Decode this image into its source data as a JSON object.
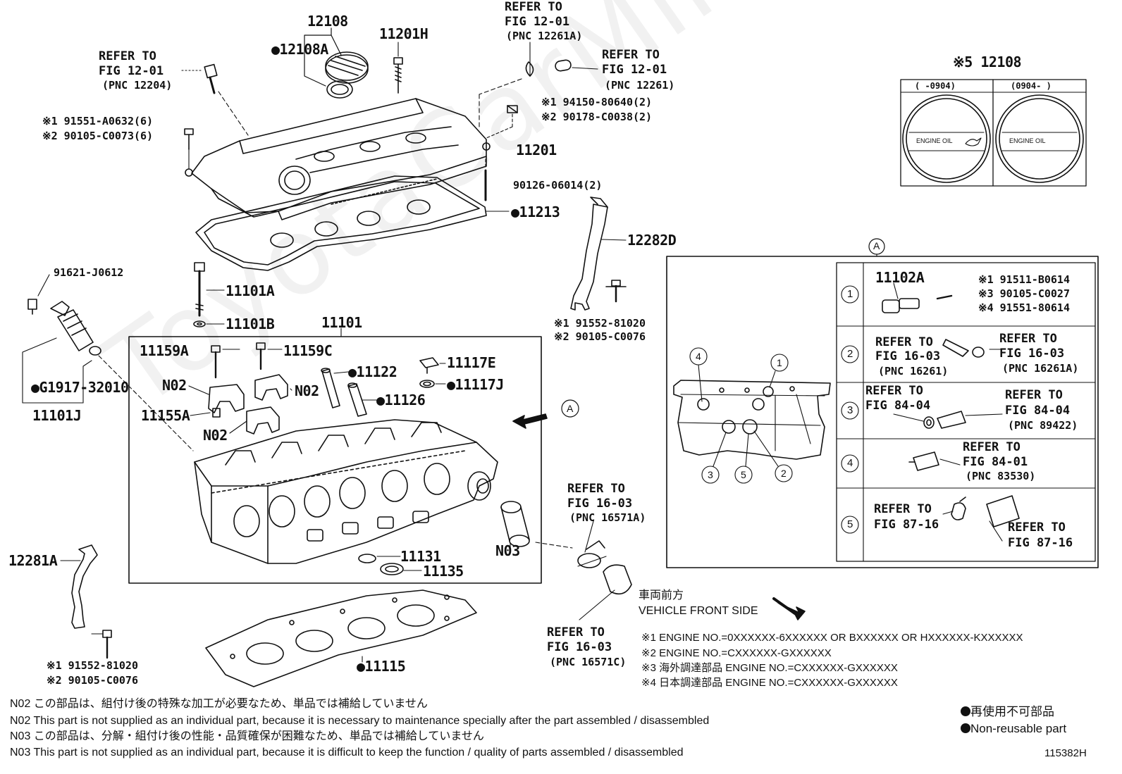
{
  "watermark": "ToyotaCarMine.ru",
  "fig_id": "115382H",
  "labels": {
    "p12108": "12108",
    "p12108a": "●12108A",
    "p11201h": "11201H",
    "ref_12204_1": "REFER TO",
    "ref_12204_2": "FIG 12-01",
    "ref_12204_3": "(PNC 12204)",
    "ref_12261a_1": "REFER TO",
    "ref_12261a_2": "FIG 12-01",
    "ref_12261a_3": "(PNC 12261A)",
    "ref_12261_1": "REFER TO",
    "ref_12261_2": "FIG 12-01",
    "ref_12261_3": "(PNC 12261)",
    "bolt_a1": "※1 91551-A0632(6)",
    "bolt_a2": "※2 90105-C0073(6)",
    "nut_1": "※1 94150-80640(2)",
    "nut_2": "※2 90178-C0038(2)",
    "p11201": "11201",
    "p90126": "90126-06014(2)",
    "p11213": "●11213",
    "p12282d": "12282D",
    "p91621": "91621-J0612",
    "p11101a": "11101A",
    "p11101b": "11101B",
    "p11101": "11101",
    "p11159a": "11159A",
    "p11159c": "11159C",
    "p11122": "●11122",
    "p11117e": "11117E",
    "p11117j": "●11117J",
    "p11126": "●11126",
    "n02_a": "N02",
    "n02_b": "N02",
    "n02_c": "N02",
    "p11155a": "11155A",
    "g1917": "●G1917-32010",
    "p11101j": "11101J",
    "bolt_b1": "※1 91552-81020",
    "bolt_b2": "※2 90105-C0076",
    "callout_a": "A",
    "p11131": "11131",
    "p11135": "11135",
    "n03": "N03",
    "ref_16571a_1": "REFER TO",
    "ref_16571a_2": "FIG 16-03",
    "ref_16571a_3": "(PNC 16571A)",
    "p12281a": "12281A",
    "bolt_c1": "※1 91552-81020",
    "bolt_c2": "※2 90105-C0076",
    "p11115": "●11115",
    "ref_16571c_1": "REFER TO",
    "ref_16571c_2": "FIG 16-03",
    "ref_16571c_3": "(PNC 16571C)",
    "front_jp": "車両前方",
    "front_en": "VEHICLE FRONT SIDE"
  },
  "inset_cap": {
    "title": "※5 12108",
    "col1": "(      -0904)",
    "col2": "(0904-      )",
    "cap_text": "ENGINE OIL"
  },
  "detail": {
    "circle_label": "A",
    "rows": [
      {
        "num": "1",
        "part": "11102A",
        "lines": [
          "※1 91511-B0614",
          "※3 90105-C0027",
          "※4 91551-80614"
        ]
      },
      {
        "num": "2",
        "left": [
          "REFER TO",
          "FIG 16-03",
          "(PNC 16261)"
        ],
        "right": [
          "REFER TO",
          "FIG 16-03",
          "(PNC 16261A)"
        ]
      },
      {
        "num": "3",
        "left": [
          "REFER TO",
          "FIG 84-04"
        ],
        "right": [
          "REFER TO",
          "FIG 84-04",
          "(PNC 89422)"
        ]
      },
      {
        "num": "4",
        "right": [
          "REFER TO",
          "FIG 84-01",
          "(PNC 83530)"
        ]
      },
      {
        "num": "5",
        "left": [
          "REFER TO",
          "FIG 87-16"
        ],
        "right": [
          "REFER TO",
          "FIG 87-16"
        ]
      }
    ],
    "head_nums": [
      "4",
      "1",
      "3",
      "5",
      "2"
    ]
  },
  "engine_notes": [
    "※1 ENGINE NO.=0XXXXXX-6XXXXXX OR BXXXXXX OR HXXXXXX-KXXXXXX",
    "※2 ENGINE NO.=CXXXXXX-GXXXXXX",
    "※3 海外調達部品 ENGINE NO.=CXXXXXX-GXXXXXX",
    "※4 日本調達部品 ENGINE NO.=CXXXXXX-GXXXXXX"
  ],
  "legend": {
    "jp": "● 再使用不可部品",
    "en": "● Non-reusable part"
  },
  "footnotes": [
    "N02  この部品は、組付け後の特殊な加工が必要なため、単品では補給していません",
    "N02  This part is not supplied as an individual part, because it is necessary to maintenance specially after the part assembled / disassembled",
    "N03  この部品は、分解・組付け後の性能・品質確保が困難なため、単品では補給していません",
    "N03  This part is not supplied as an individual part, because it is difficult to keep the function / quality of parts  assembled / disassembled"
  ]
}
